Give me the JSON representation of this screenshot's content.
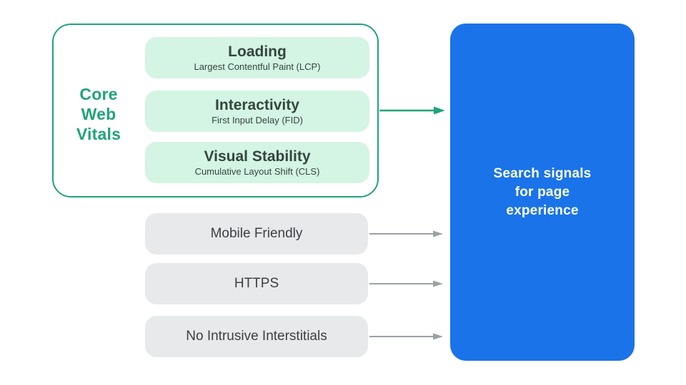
{
  "colors": {
    "green": "#20A479",
    "green_light": "#D4F4E4",
    "blue": "#1A73E8",
    "box_gray": "#E8E9EB",
    "arrow_gray": "#9AA0A6",
    "text_dark": "#3C4043",
    "text_green_dark": "#33463E"
  },
  "core_web_vitals": {
    "label": "Core\nWeb\nVitals",
    "items": [
      {
        "title": "Loading",
        "subtitle": "Largest Contentful Paint (LCP)"
      },
      {
        "title": "Interactivity",
        "subtitle": "First Input Delay (FID)"
      },
      {
        "title": "Visual Stability",
        "subtitle": "Cumulative Layout Shift (CLS)"
      }
    ]
  },
  "other_signals": [
    {
      "label": "Mobile Friendly"
    },
    {
      "label": "HTTPS"
    },
    {
      "label": "No Intrusive Interstitials"
    }
  ],
  "result": {
    "label": "Search signals\nfor page\nexperience"
  }
}
